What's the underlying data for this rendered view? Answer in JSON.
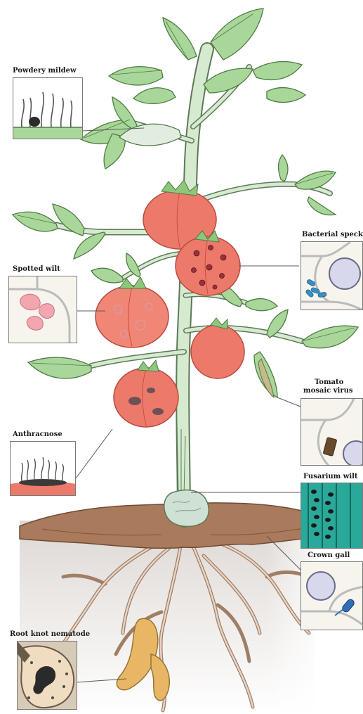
{
  "labels": {
    "powdery_mildew": "Powdery mildew",
    "bacterial_speck": "Bacterial speck",
    "spotted_wilt": "Spotted wilt",
    "tomato_mosaic_virus_line1": "Tomato",
    "tomato_mosaic_virus_line2": "mosaic virus",
    "anthracnose": "Anthracnose",
    "fusarium_wilt": "Fusarium wilt",
    "crown_gall": "Crown gall",
    "root_knot_nematode": "Root knot nematode"
  },
  "colors": {
    "stem": "#d6ead0",
    "stem_outline": "#5d7a58",
    "leaf": "#a9d79a",
    "leaf_vein": "#4f7a45",
    "tomato": "#ec7a6a",
    "tomato_dark": "#c94c43",
    "soil": "#a97a5c",
    "soil_dark": "#6f4a35",
    "root": "#c9a88e",
    "nematode": "#e7b765"
  }
}
